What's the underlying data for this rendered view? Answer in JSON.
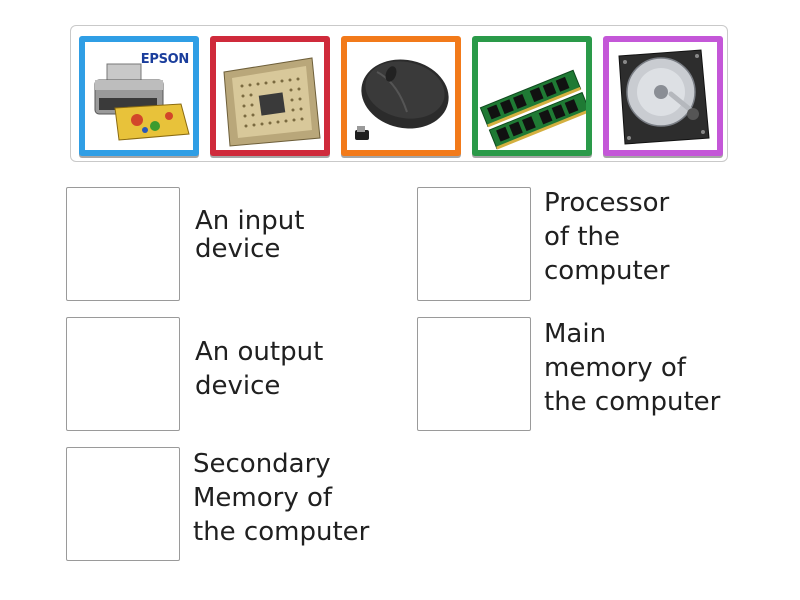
{
  "tiles": [
    {
      "icon": "printer-icon",
      "brand": "EPSON",
      "color": "#2f9ee5"
    },
    {
      "icon": "processor-chip-icon",
      "color": "#cf2a3b"
    },
    {
      "icon": "mouse-icon",
      "color": "#f27a1a"
    },
    {
      "icon": "ram-stick-icon",
      "color": "#2a9a49"
    },
    {
      "icon": "hard-disk-icon",
      "color": "#c457d8"
    }
  ],
  "targets": [
    {
      "lines": [
        "An input",
        "device"
      ]
    },
    {
      "lines": [
        "Processor",
        "of the",
        "computer"
      ]
    },
    {
      "lines": [
        "An output",
        "device"
      ]
    },
    {
      "lines": [
        "Main",
        "memory of",
        "the computer"
      ]
    },
    {
      "lines": [
        "Secondary",
        "Memory of",
        "the computer"
      ]
    }
  ]
}
